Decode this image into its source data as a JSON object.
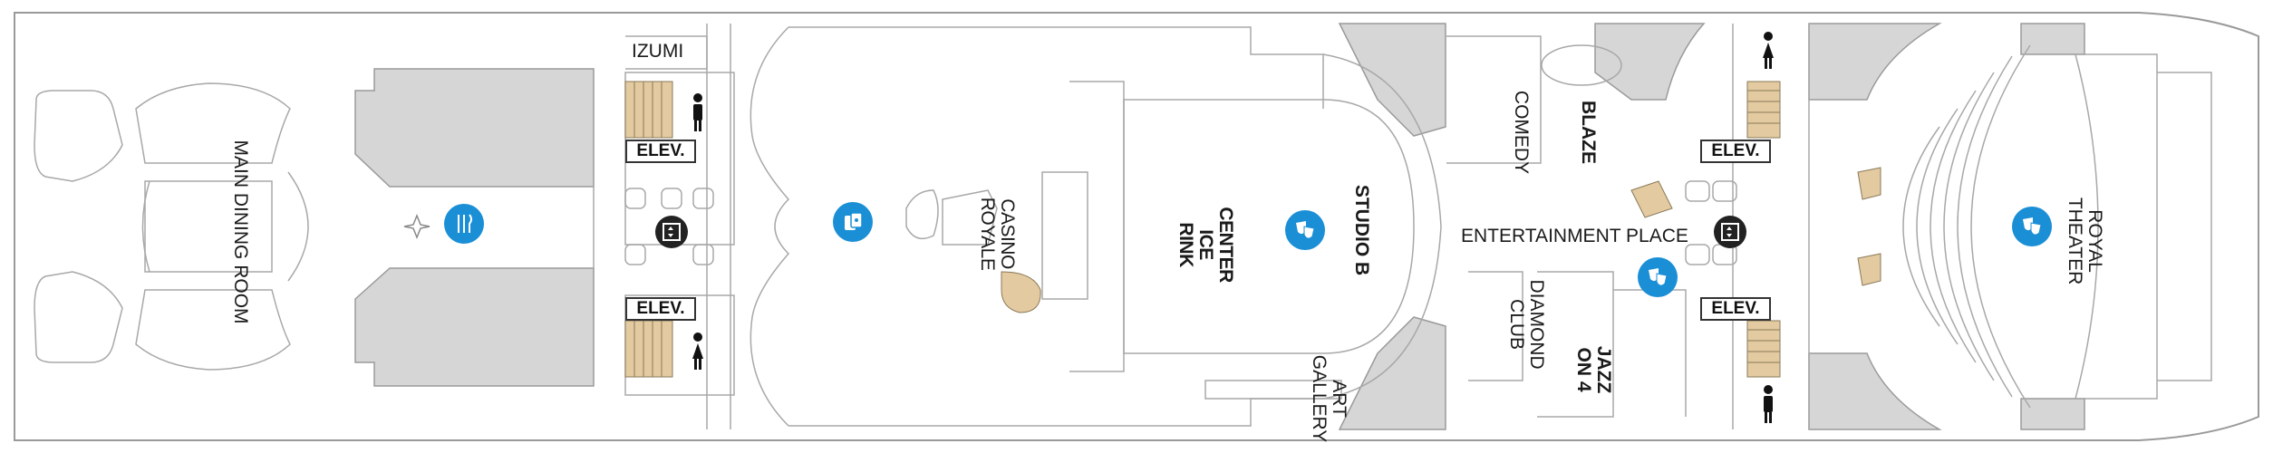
{
  "colors": {
    "outline": "#9a9a9a",
    "shaded": "#d6d6d6",
    "stairs": "#e3caa0",
    "badge_blue": "#1a8fd6",
    "badge_dark": "#222222",
    "text": "#1a1a1a"
  },
  "labels": {
    "main_dining_room": "MAIN DINING ROOM",
    "izumi": "IZUMI",
    "casino_royale": "CASINO\nROYALE",
    "center_ice_rink": "CENTER\nICE\nRINK",
    "studio_b": "STUDIO B",
    "art_gallery": "ART\nGALLERY",
    "comedy": "COMEDY",
    "blaze": "BLAZE",
    "entertainment_place": "ENTERTAINMENT PLACE",
    "diamond_club": "DIAMOND\nCLUB",
    "jazz_on_4": "JAZZ\nON 4",
    "royal_theater": "ROYAL\nTHEATER"
  },
  "elevators": [
    "ELEV.",
    "ELEV.",
    "ELEV.",
    "ELEV."
  ],
  "icons": {
    "dining": "dining-icon",
    "casino": "casino-icon",
    "theater": "theater-masks-icon",
    "elevator": "elevator-icon",
    "restroom_female": "restroom-female-icon",
    "restroom_male": "restroom-male-icon"
  }
}
